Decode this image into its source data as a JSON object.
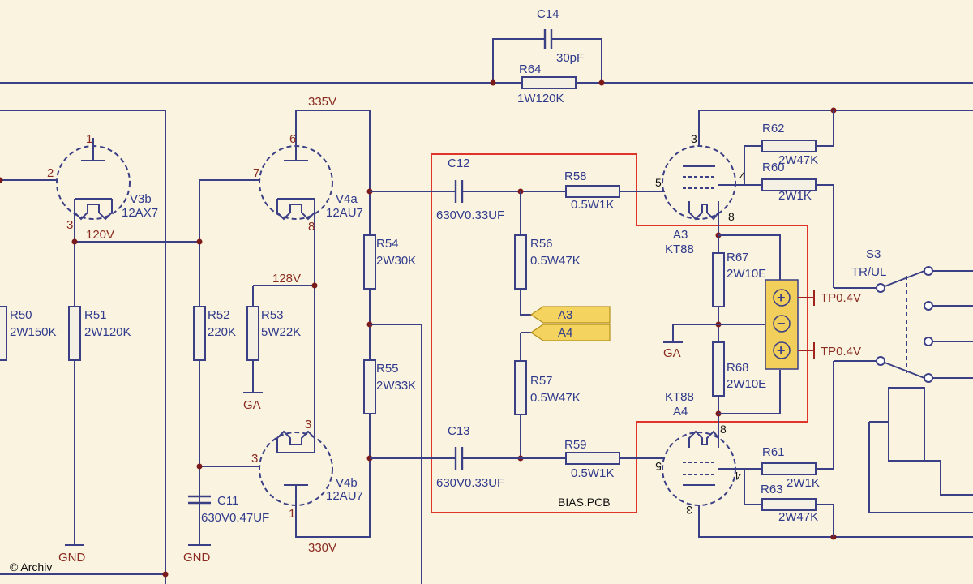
{
  "watermark": "© Archiv",
  "pcb_label": "BIAS.PCB",
  "tubes": {
    "v3b": {
      "ref": "V3b",
      "type": "12AX7",
      "pins": [
        "1",
        "2",
        "3"
      ]
    },
    "v4a": {
      "ref": "V4a",
      "type": "12AU7",
      "pins": [
        "6",
        "7",
        "8"
      ]
    },
    "v4b": {
      "ref": "V4b",
      "type": "12AU7",
      "pins": [
        "3",
        "3",
        "1"
      ]
    },
    "a3": {
      "ref": "A3",
      "type": "KT88",
      "pins": [
        "3",
        "5",
        "4",
        "8"
      ]
    },
    "a4": {
      "ref": "A4",
      "type": "KT88",
      "pins": [
        "8",
        "5",
        "4",
        "3"
      ]
    }
  },
  "resistors": {
    "r50": {
      "ref": "R50",
      "value": "2W150K"
    },
    "r51": {
      "ref": "R51",
      "value": "2W120K"
    },
    "r52": {
      "ref": "R52",
      "value": "220K"
    },
    "r53": {
      "ref": "R53",
      "value": "5W22K"
    },
    "r54": {
      "ref": "R54",
      "value": "2W30K"
    },
    "r55": {
      "ref": "R55",
      "value": "2W33K"
    },
    "r56": {
      "ref": "R56",
      "value": "0.5W47K"
    },
    "r57": {
      "ref": "R57",
      "value": "0.5W47K"
    },
    "r58": {
      "ref": "R58",
      "value": "0.5W1K"
    },
    "r59": {
      "ref": "R59",
      "value": "0.5W1K"
    },
    "r60": {
      "ref": "R60",
      "value": "2W1K"
    },
    "r61": {
      "ref": "R61",
      "value": "2W1K"
    },
    "r62": {
      "ref": "R62",
      "value": "2W47K"
    },
    "r63": {
      "ref": "R63",
      "value": "2W47K"
    },
    "r64": {
      "ref": "R64",
      "value": "1W120K"
    },
    "r67": {
      "ref": "R67",
      "value": "2W10E"
    },
    "r68": {
      "ref": "R68",
      "value": "2W10E"
    }
  },
  "capacitors": {
    "c11": {
      "ref": "C11",
      "value": "630V0.47UF"
    },
    "c12": {
      "ref": "C12",
      "value": "630V0.33UF"
    },
    "c13": {
      "ref": "C13",
      "value": "630V0.33UF"
    },
    "c14": {
      "ref": "C14",
      "value": "30pF"
    }
  },
  "voltages": {
    "v335": "335V",
    "v120": "120V",
    "v128": "128V",
    "v330": "330V"
  },
  "grounds": {
    "gnd": "GND",
    "ga": "GA"
  },
  "switch": {
    "ref": "S3",
    "label": "TR/UL"
  },
  "testpoints": {
    "tp1": "TP0.4V",
    "tp2": "TP0.4V"
  },
  "connectors": {
    "a3": "A3",
    "a4": "A4"
  },
  "terminal_symbols": {
    "plus": "+",
    "minus": "−"
  },
  "colors": {
    "wire": "#3b3f86",
    "pcb_outline": "#e0342a",
    "tag_fill": "#f4d35e",
    "background": "#faf3df"
  }
}
